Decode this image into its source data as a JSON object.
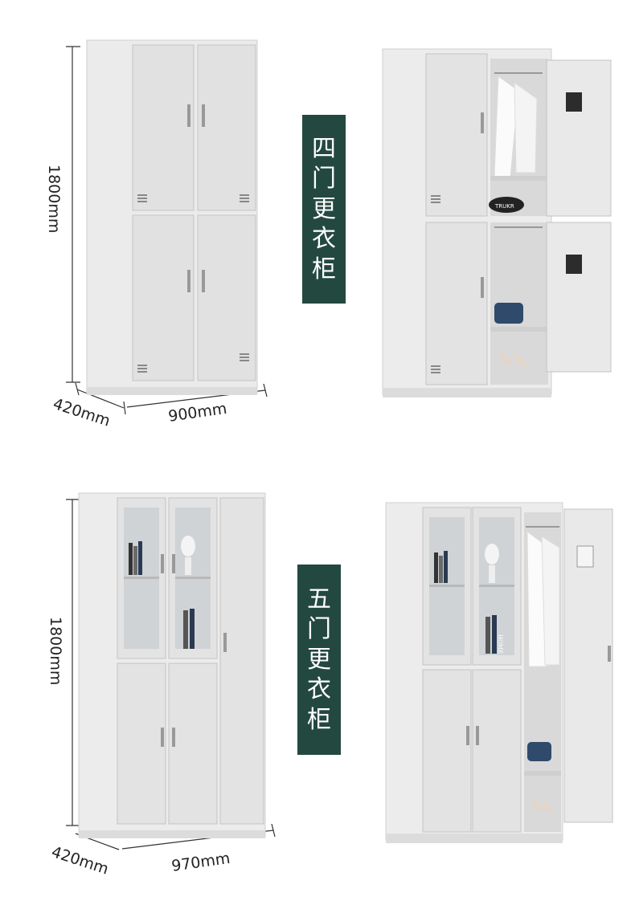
{
  "sections": [
    {
      "title_chars": [
        "四",
        "门",
        "更",
        "衣",
        "柜"
      ],
      "height_label": "1800mm",
      "depth_label": "420mm",
      "width_label": "900mm",
      "brand_text": "TRUKR"
    },
    {
      "title_chars": [
        "五",
        "门",
        "更",
        "衣",
        "柜"
      ],
      "height_label": "1800mm",
      "depth_label": "420mm",
      "width_label": "970mm",
      "book_text": "HOME"
    }
  ],
  "colors": {
    "banner": "#234840",
    "cabinet": "#e6e6e6",
    "cabinet_edge": "#c7c7c7",
    "dim_line": "#333333"
  }
}
